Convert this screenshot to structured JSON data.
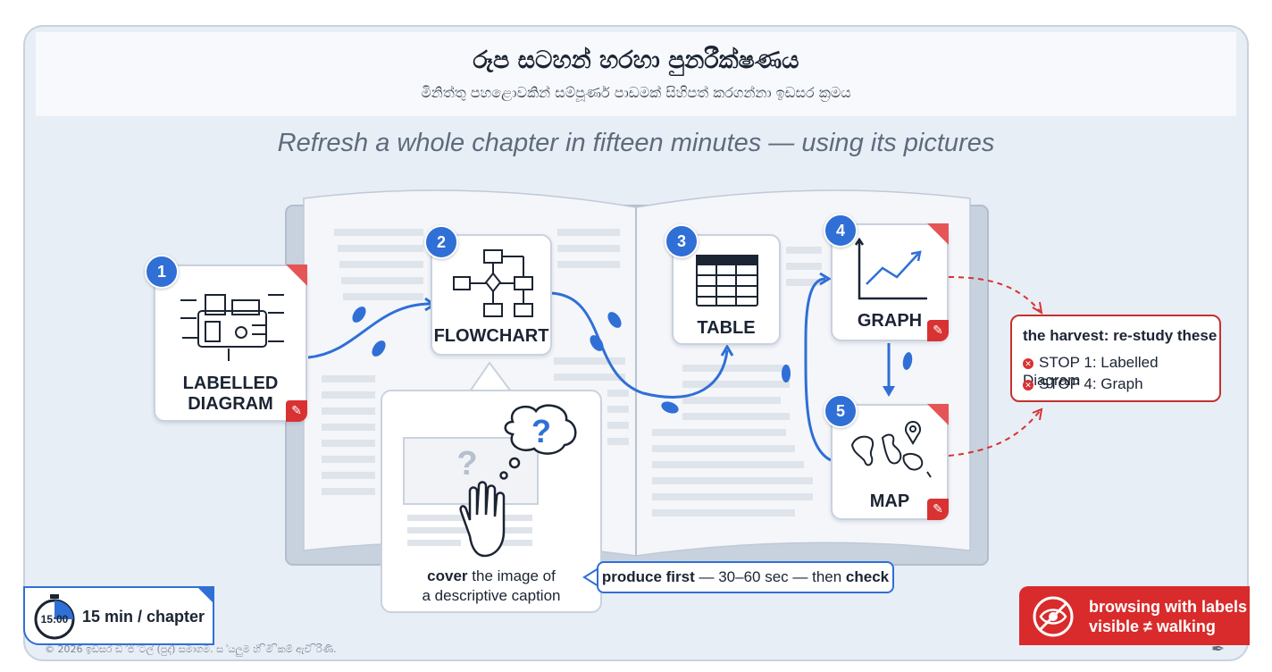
{
  "header": {
    "title": "රූප සටහන් හරහා පුනරීක්ෂණය",
    "subtitle": "මිනිත්තු පහළොවකින් සම්පූර්ණ පාඩමක් සිහිපත් කරගන්නා ඉඩසර ක්‍රමය",
    "tagline": "Refresh a whole chapter in fifteen minutes — using its pictures"
  },
  "stops": [
    {
      "number": "1",
      "label_line1": "LABELLED",
      "label_line2": "DIAGRAM",
      "icon": "machine-diagram-icon",
      "flagged": true
    },
    {
      "number": "2",
      "label_line1": "FLOWCHART",
      "icon": "flowchart-icon",
      "flagged": false
    },
    {
      "number": "3",
      "label_line1": "TABLE",
      "icon": "table-icon",
      "flagged": false
    },
    {
      "number": "4",
      "label_line1": "GRAPH",
      "icon": "line-graph-icon",
      "flagged": true
    },
    {
      "number": "5",
      "label_line1": "MAP",
      "icon": "world-map-icon",
      "flagged": false
    }
  ],
  "cover": {
    "bold": "cover",
    "text_line1": " the image of",
    "text_line2": "a descriptive caption",
    "question_mark": "?"
  },
  "produce": {
    "bold1": "produce first",
    "middle": " — 30–60 sec — then ",
    "bold2": "check"
  },
  "harvest": {
    "title": "the harvest: re-study these",
    "items": [
      "STOP 1: Labelled Diagram",
      "STOP 4: Graph"
    ]
  },
  "timer": {
    "clock": "15:00",
    "label": "15 min / chapter"
  },
  "warning": {
    "line1": "browsing with labels",
    "line2": "visible ≠ walking"
  },
  "footer": "© 2026 ඉඩසර ඩි ්ජි ්ටල් (පුද්) සමාගම. ස ්යලුම හි ිමි ිකම් ඇවි ිරිණි."
}
